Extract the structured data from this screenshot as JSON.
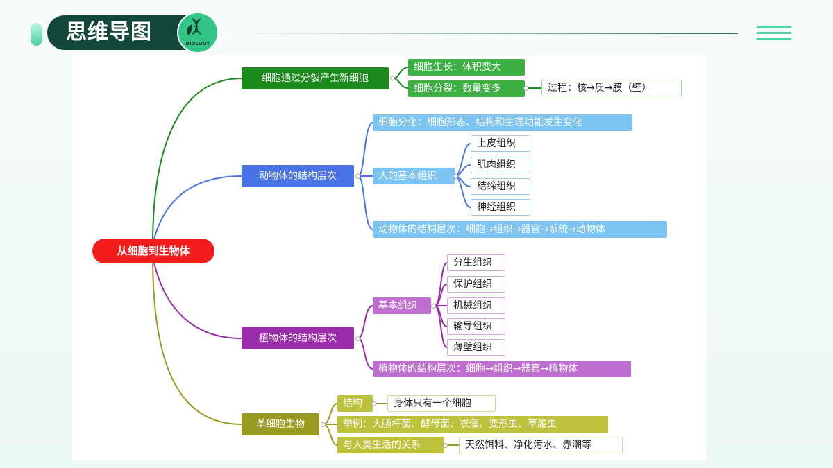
{
  "header": {
    "title": "思维导图",
    "badge_text": "BIOLOGY",
    "badge_icon": "dna-leaf-icon",
    "menu_icon": "hamburger-menu-icon"
  },
  "mindmap": {
    "root": "从细胞到生物体",
    "b1": {
      "label": "细胞通过分裂产生新细胞",
      "color": "#1a8a1a",
      "c1": "细胞生长：体积变大",
      "c2": "细胞分裂：数量变多",
      "c2_detail": "过程：核→质→膜（壁）"
    },
    "b2": {
      "label": "动物体的结构层次",
      "color": "#4a74e6",
      "c1": "细胞分化：细胞形态、结构和生理功能发生变化",
      "c2": "人的基本组织",
      "tissues": [
        "上皮组织",
        "肌肉组织",
        "结缔组织",
        "神经组织"
      ],
      "c3": "动物体的结构层次：细胞→组织→器官→系统→动物体"
    },
    "b3": {
      "label": "植物体的结构层次",
      "color": "#9b2ba8",
      "c1": "基本组织",
      "tissues": [
        "分生组织",
        "保护组织",
        "机械组织",
        "输导组织",
        "薄壁组织"
      ],
      "c2": "植物体的结构层次：细胞→组织→器官→植物体"
    },
    "b4": {
      "label": "单细胞生物",
      "color": "#9a9a22",
      "c1": "结构",
      "c1_detail": "身体只有一个细胞",
      "c2": "举例：大肠杆菌、酵母菌、衣藻、变形虫、草履虫",
      "c3": "与人类生活的关系",
      "c3_detail": "天然饵料、净化污水、赤潮等"
    }
  }
}
